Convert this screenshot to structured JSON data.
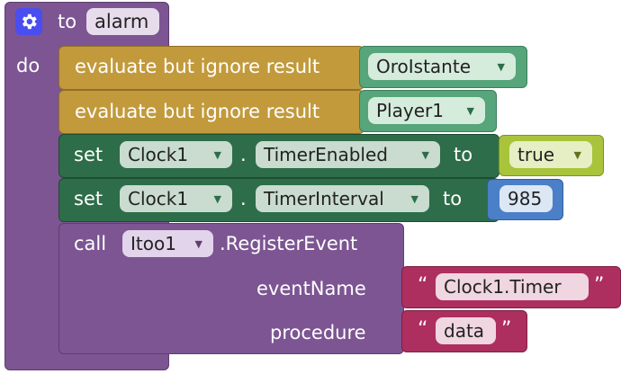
{
  "procedure": {
    "gear_icon": "gear-icon",
    "to_label": "to",
    "name": "alarm",
    "do_label": "do"
  },
  "statements": {
    "eval1": {
      "label": "evaluate but ignore result",
      "value": "OroIstante"
    },
    "eval2": {
      "label": "evaluate but ignore result",
      "value": "Player1"
    },
    "set1": {
      "set_label": "set",
      "component": "Clock1",
      "dot": ".",
      "property": "TimerEnabled",
      "to_label": "to",
      "value": "true"
    },
    "set2": {
      "set_label": "set",
      "component": "Clock1",
      "dot": ".",
      "property": "TimerInterval",
      "to_label": "to",
      "value": "985"
    },
    "call": {
      "call_label": "call",
      "component": "Itoo1",
      "method": ".RegisterEvent",
      "arg1_label": "eventName",
      "arg1_value": "Clock1.Timer",
      "arg2_label": "procedure",
      "arg2_value": "data",
      "open_quote": "“",
      "close_quote": "”"
    }
  },
  "icons": {
    "dropdown": "▼"
  },
  "colors": {
    "procedure": "#7c5592",
    "gold": "#c29a3c",
    "dark_green": "#2e6d49",
    "light_green": "#a9c43a",
    "blue": "#4b7fc8",
    "text_magenta": "#ad2f5f",
    "input_green": "#57a57a"
  }
}
